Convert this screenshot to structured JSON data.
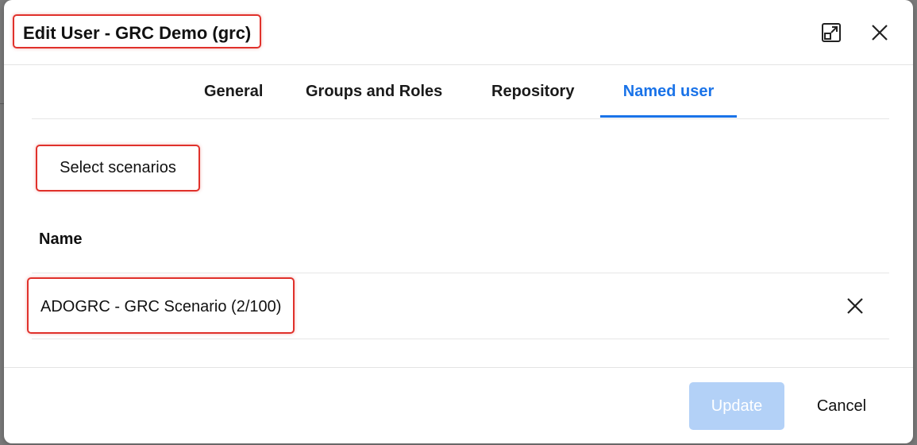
{
  "dialog": {
    "title": "Edit User - GRC Demo (grc)",
    "expand_icon": "expand-icon",
    "close_icon": "close-icon"
  },
  "tabs": [
    {
      "label": "General",
      "active": false
    },
    {
      "label": "Groups and Roles",
      "active": false
    },
    {
      "label": "Repository",
      "active": false
    },
    {
      "label": "Named user",
      "active": true
    }
  ],
  "named_user": {
    "select_button_label": "Select scenarios",
    "table": {
      "columns": [
        "Name"
      ],
      "rows": [
        {
          "name": "ADOGRC - GRC Scenario (2/100)",
          "remove_icon": "close-icon"
        }
      ]
    }
  },
  "footer": {
    "update_label": "Update",
    "update_enabled": false,
    "cancel_label": "Cancel"
  },
  "colors": {
    "accent": "#1a73e8",
    "highlight_border": "#e0312b",
    "disabled_button": "#b3d1f7"
  }
}
